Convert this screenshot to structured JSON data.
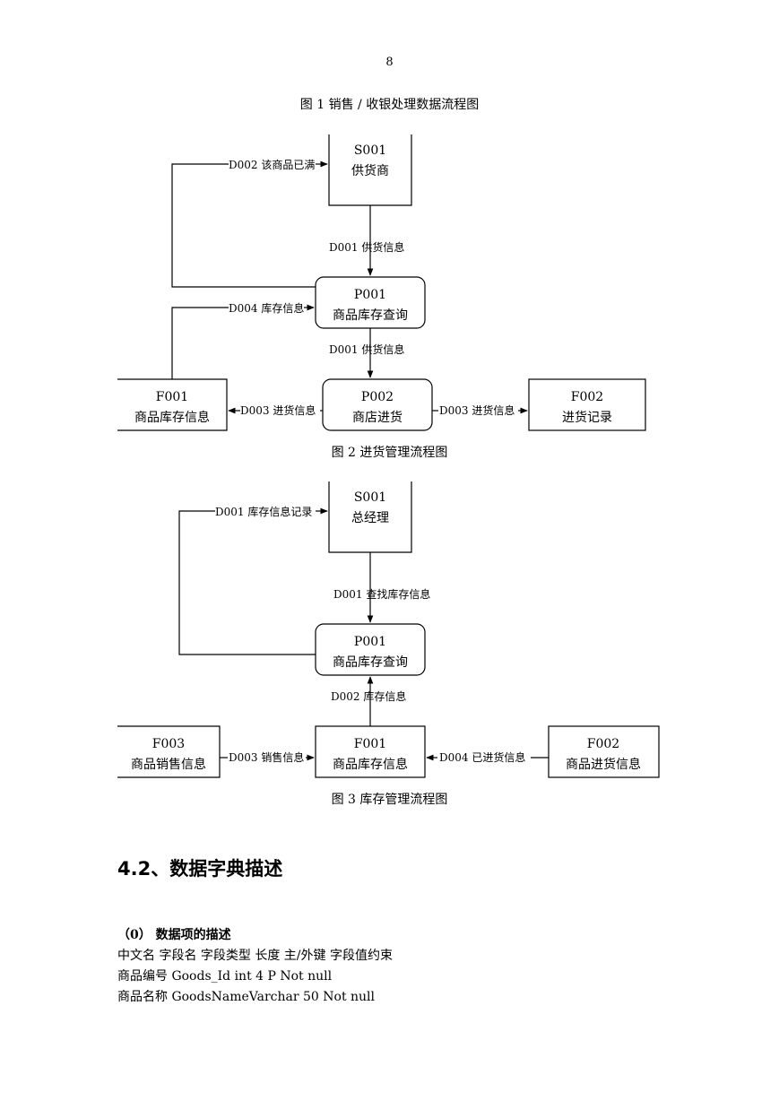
{
  "page_number": "8",
  "caption_fig1": "图 1  销售 / 收银处理数据流程图",
  "caption_fig2": "图 2  进货管理流程图",
  "caption_fig3": "图 3 库存管理流程图",
  "fig2": {
    "s001_id": "S001",
    "s001_name": "供货商",
    "p001_id": "P001",
    "p001_name": "商品库存查询",
    "p002_id": "P002",
    "p002_name": "商店进货",
    "f001_id": "F001",
    "f001_name": "商品库存信息",
    "f002_id": "F002",
    "f002_name": "进货记录",
    "flow_d002": "D002 该商品已满",
    "flow_d001_a": "D001 供货信息",
    "flow_d004": "D004 库存信息",
    "flow_d001_b": "D001 供货信息",
    "flow_d003_left": "D003 进货信息",
    "flow_d003_right": "D003 进货信息"
  },
  "fig3": {
    "s001_id": "S001",
    "s001_name": "总经理",
    "p001_id": "P001",
    "p001_name": "商品库存查询",
    "f003_id": "F003",
    "f003_name": "商品销售信息",
    "f001_id": "F001",
    "f001_name": "商品库存信息",
    "f002_id": "F002",
    "f002_name": "商品进货信息",
    "flow_d001_rec": "D001 库存信息记录",
    "flow_d001_query": "D001 查找库存信息",
    "flow_d002": "D002 库存信息",
    "flow_d003": "D003 销售信息",
    "flow_d004": "D004 已进货信息"
  },
  "section_title": "4.2、数据字典描述",
  "subheading": "（0）    数据项的描述",
  "table_lines": [
    "中文名    字段名      字段类型      长度    主/外键       字段值约束",
    "商品编号    Goods_Id    int    4      P      Not null",
    "商品名称    GoodsNameVarchar    50              Not null"
  ]
}
